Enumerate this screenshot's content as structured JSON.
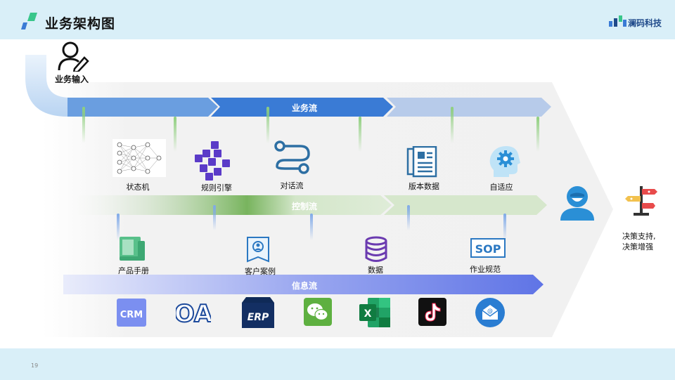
{
  "header": {
    "title": "业务架构图",
    "brand": "澜码科技"
  },
  "footer": {
    "page_number": "19"
  },
  "input": {
    "label": "业务输入"
  },
  "flows": {
    "business": "业务流",
    "control": "控制流",
    "info": "信息流"
  },
  "business_nodes": [
    "状态机",
    "规则引擎",
    "对话流",
    "版本数据",
    "自适应"
  ],
  "control_nodes": [
    "产品手册",
    "客户案例",
    "数据",
    "作业规范"
  ],
  "output": {
    "label": "决策支持,",
    "label2": "决策增强"
  },
  "icon_text": {
    "crm": "CRM",
    "oa": "OA",
    "erp": "ERP",
    "sop": "SOP"
  },
  "colors": {
    "header_bg": "#d9eff8",
    "business_flow": "#3a7bd5",
    "control_flow": "#6fb05a",
    "info_flow": "#6d7fe8"
  }
}
